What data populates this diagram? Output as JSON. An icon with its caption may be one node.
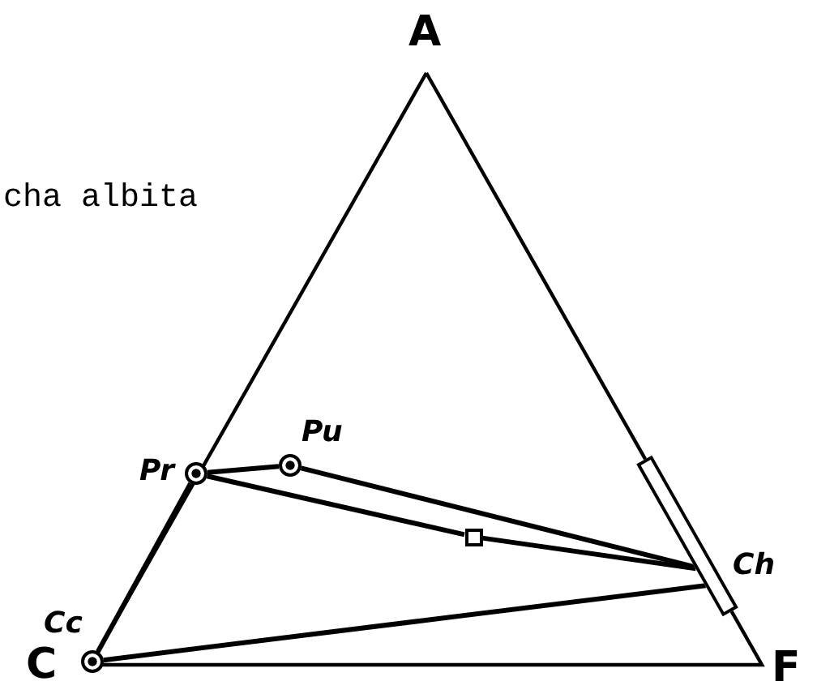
{
  "diagram": {
    "nodes": [
      {
        "text": [],
        "shape": "circle",
        "beside": [
          "Pr"
        ]
      },
      {
        "text": [],
        "shape": "circle",
        "beside": [
          "Pu"
        ]
      },
      {
        "text": [],
        "shape": "box"
      },
      {
        "text": [],
        "shape": "bar",
        "beside": [
          "Ch"
        ]
      },
      {
        "text": [],
        "shape": "circle",
        "beside": [
          "Cc"
        ]
      }
    ],
    "edges": [
      {
        "from": 0,
        "to": 1,
        "arrow": "none"
      },
      {
        "from": 0,
        "to": 2,
        "arrow": "none"
      },
      {
        "from": 2,
        "to": 3,
        "arrow": "none"
      },
      {
        "from": 1,
        "to": 3,
        "arrow": "none"
      },
      {
        "from": 0,
        "to": 4,
        "arrow": "none"
      },
      {
        "from": 4,
        "to": 3,
        "arrow": "none"
      }
    ],
    "labels": [
      "A",
      "cha albita",
      "C",
      "F"
    ]
  }
}
